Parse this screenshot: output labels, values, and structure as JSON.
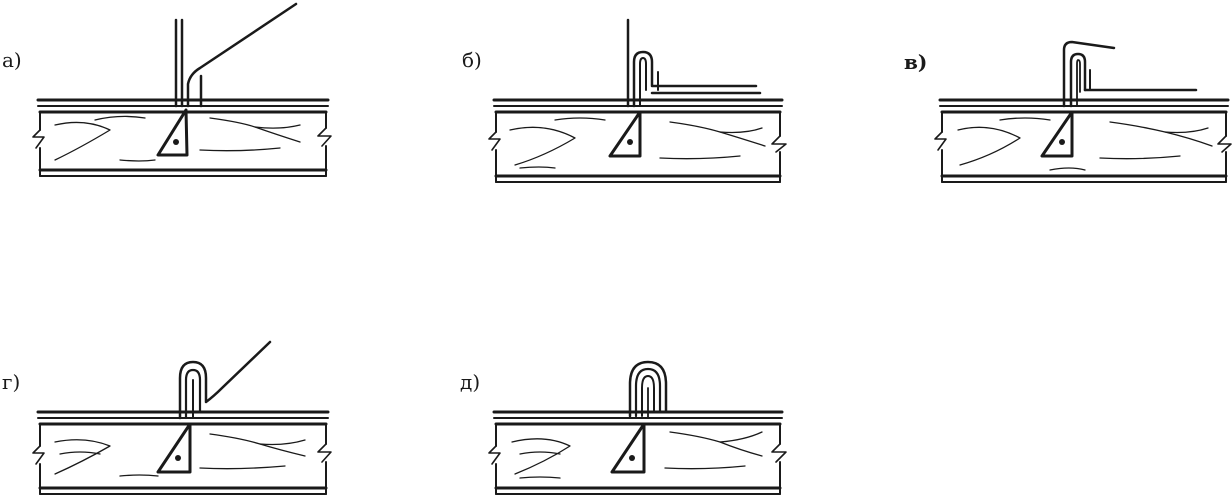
{
  "figure": {
    "panels": [
      {
        "id": "a",
        "label": "а)"
      },
      {
        "id": "b",
        "label": "б)"
      },
      {
        "id": "v",
        "label": "в)"
      },
      {
        "id": "g",
        "label": "г)"
      },
      {
        "id": "d",
        "label": "д)"
      }
    ]
  }
}
